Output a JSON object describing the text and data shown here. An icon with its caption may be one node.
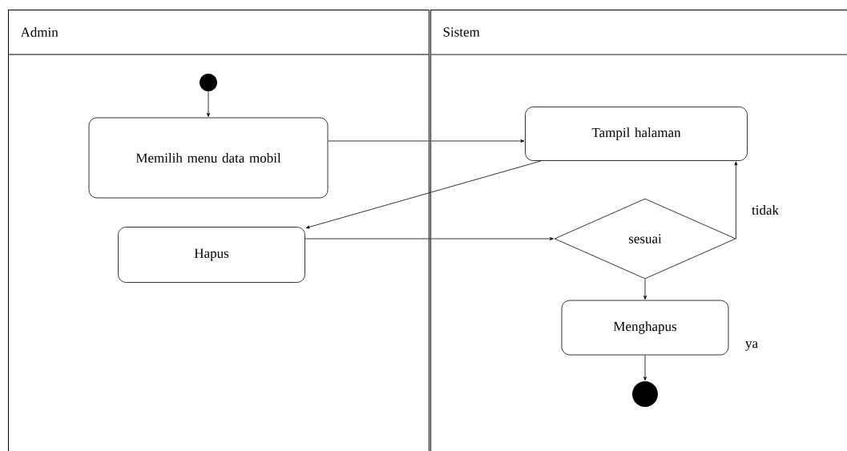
{
  "diagram": {
    "nodes": [
      {
        "text": [
          "Admin"
        ]
      },
      {
        "text": [
          "Sistem"
        ]
      },
      {
        "text": [],
        "shape": "circle",
        "in": 0
      },
      {
        "text": [
          "Memilih menu data mobil"
        ],
        "in": 0
      },
      {
        "text": [
          "Tampil halaman"
        ],
        "in": 1
      },
      {
        "text": [
          "Hapus"
        ],
        "in": 0
      },
      {
        "text": [
          "sesuai"
        ],
        "in": 1
      },
      {
        "text": [
          "Menghapus"
        ],
        "in": 1
      },
      {
        "text": [],
        "shape": "circle",
        "in": 1
      }
    ],
    "edges": [
      {
        "from": 2,
        "to": 3,
        "arrow": "to"
      },
      {
        "from": 3,
        "to": 4,
        "arrow": "to"
      },
      {
        "from": 4,
        "to": 5,
        "arrow": "to"
      },
      {
        "from": 5,
        "to": 6,
        "arrow": "to"
      },
      {
        "from": 6,
        "to": 4,
        "arrow": "to",
        "label": "tidak"
      },
      {
        "from": 6,
        "to": 7,
        "arrow": "to"
      },
      {
        "from": 7,
        "to": 8,
        "arrow": "to"
      }
    ],
    "labels": [
      "ya"
    ]
  }
}
